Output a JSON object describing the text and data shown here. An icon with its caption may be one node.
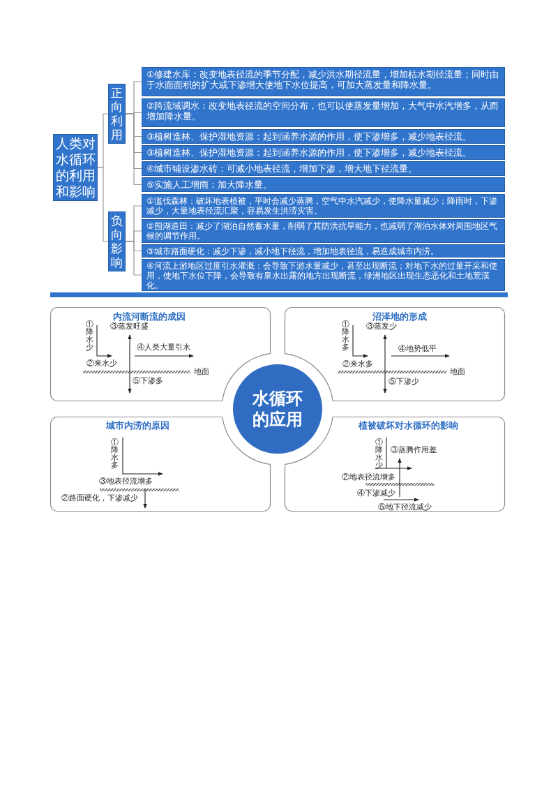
{
  "diagram": {
    "nodes": [
      {
        "text": [
          "人类对水循环的利用和影响"
        ]
      },
      {
        "text": [
          "正向利用"
        ]
      },
      {
        "text": [
          "①修建水库：改变地表径流的季节分配，减少洪水期径流量，增加枯水期径流量；同时由于水面面积的扩大或下渗增大使地下水位提高，可加大蒸发量和降水量。"
        ]
      },
      {
        "text": [
          "②跨流域调水：改变地表径流的空间分布，也可以使蒸发量增加，大气中水汽增多，从而增加降水量。"
        ]
      },
      {
        "text": [
          "③植树造林、保护湿地资源：起到涵养水源的作用，使下渗增多，减少地表径流。"
        ]
      },
      {
        "text": [
          "③植树造林、保护湿地资源：起到涵养水源的作用，使下渗增多，减少地表径流。"
        ]
      },
      {
        "text": [
          "④城市铺设渗水砖：可减小地表径流，增加下渗，增大地下径流量。"
        ]
      },
      {
        "text": [
          "⑤实施人工增雨：加大降水量。"
        ]
      },
      {
        "text": [
          "负向影响"
        ]
      },
      {
        "text": [
          "①滥伐森林：破坏地表植被，平时会减少蒸腾，空气中水汽减少，使降水量减少；降雨时，下渗减少，大量地表径流汇聚，容易发生洪涝灾害。"
        ]
      },
      {
        "text": [
          "②围湖造田：减少了湖泊自然蓄水量，削弱了其防洪抗旱能力，也减弱了湖泊水体对周围地区气候的调节作用。"
        ]
      },
      {
        "text": [
          "③城市路面硬化：减少下渗，减小地下径流，增加地表径流，易造成城市内涝。"
        ]
      },
      {
        "text": [
          "④河流上游地区过度引水灌溉：会导致下游水量减少，甚至出现断流；对地下水的过量开采和使用，使地下水位下降，会导致有泉水出露的地方出现断流，绿洲地区出现生态恶化和土地荒漠化。"
        ]
      },
      {
        "text": [
          "水循环的应用"
        ]
      },
      {
        "text": [
          "内流河断流的成因",
          "①降水少",
          "②来水少",
          "③蒸发旺盛",
          "④人类大量引水",
          "⑤下渗多",
          "地面"
        ]
      },
      {
        "text": [
          "沼泽地的形成",
          "①降水多",
          "②来水多",
          "③蒸发少",
          "④地势低平",
          "⑤下渗少",
          "地面"
        ]
      },
      {
        "text": [
          "城市内涝的原因",
          "①降水多",
          "③地表径流增多",
          "②路面硬化，下渗减少"
        ]
      },
      {
        "text": [
          "植被破坏对水循环的影响",
          "①降水少",
          "②地表径流增多",
          "③蒸腾作用差",
          "④下渗减少",
          "⑤地下径流减少"
        ]
      }
    ],
    "edges": [
      {
        "from": 0,
        "to": 1,
        "arrow": "none"
      },
      {
        "from": 0,
        "to": 8,
        "arrow": "none"
      },
      {
        "from": 1,
        "to": 2,
        "arrow": "none"
      },
      {
        "from": 1,
        "to": 3,
        "arrow": "none"
      },
      {
        "from": 1,
        "to": 4,
        "arrow": "none"
      },
      {
        "from": 1,
        "to": 5,
        "arrow": "none"
      },
      {
        "from": 1,
        "to": 6,
        "arrow": "none"
      },
      {
        "from": 1,
        "to": 7,
        "arrow": "none"
      },
      {
        "from": 8,
        "to": 9,
        "arrow": "none"
      },
      {
        "from": 8,
        "to": 10,
        "arrow": "none"
      },
      {
        "from": 8,
        "to": 11,
        "arrow": "none"
      },
      {
        "from": 8,
        "to": 12,
        "arrow": "none"
      }
    ]
  }
}
